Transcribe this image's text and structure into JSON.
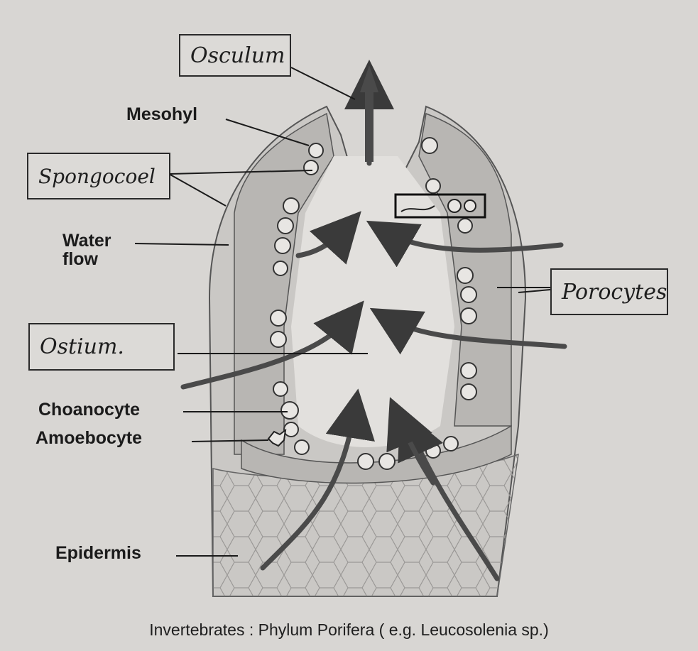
{
  "labels": {
    "osculum": "Osculum",
    "mesohyl": "Mesohyl",
    "spongocoel": "Spongocoel",
    "water_flow": "Water\nflow",
    "porocytes": "Porocytes",
    "ostium": "Ostium.",
    "choanocyte": "Choanocyte",
    "amoebocyte": "Amoebocyte",
    "epidermis": "Epidermis"
  },
  "caption": "Invertebrates : Phylum Porifera ( e.g. Leucosolenia sp.)",
  "colors": {
    "background": "#d8d6d3",
    "body_fill": "#c9c7c4",
    "line": "#2a2a2a"
  }
}
